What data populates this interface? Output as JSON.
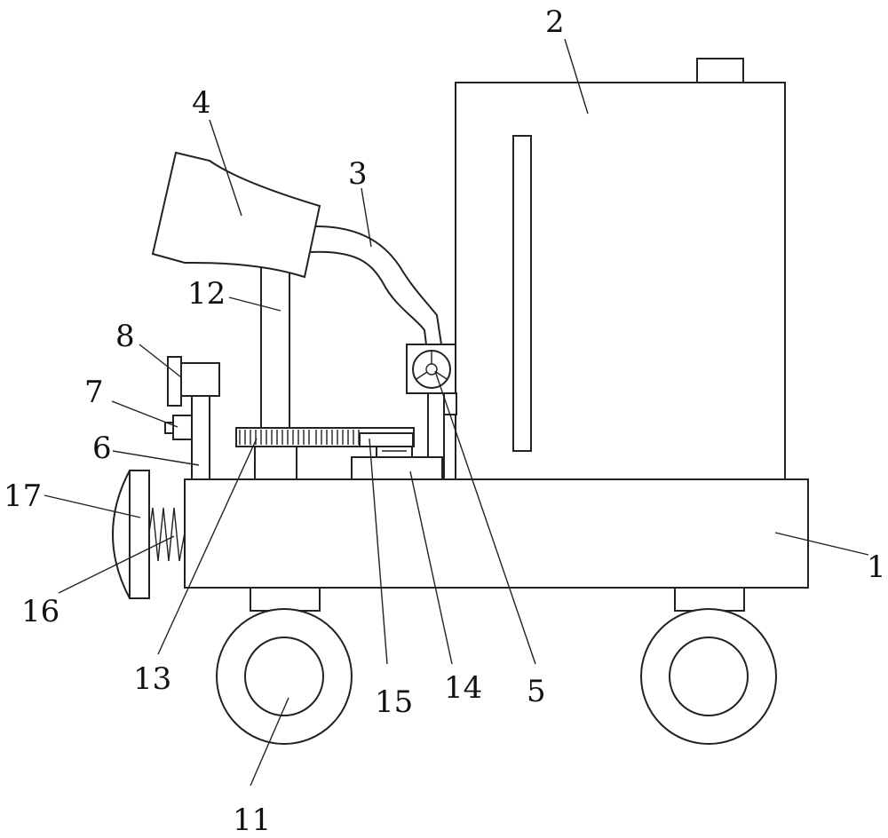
{
  "figure": {
    "labels": {
      "p1": "1",
      "p2": "2",
      "p3": "3",
      "p4": "4",
      "p5": "5",
      "p6": "6",
      "p7": "7",
      "p8": "8",
      "p11": "11",
      "p12": "12",
      "p13": "13",
      "p14": "14",
      "p15": "15",
      "p16": "16",
      "p17": "17"
    }
  },
  "colors": {
    "line": "#222222",
    "background": "#ffffff"
  }
}
